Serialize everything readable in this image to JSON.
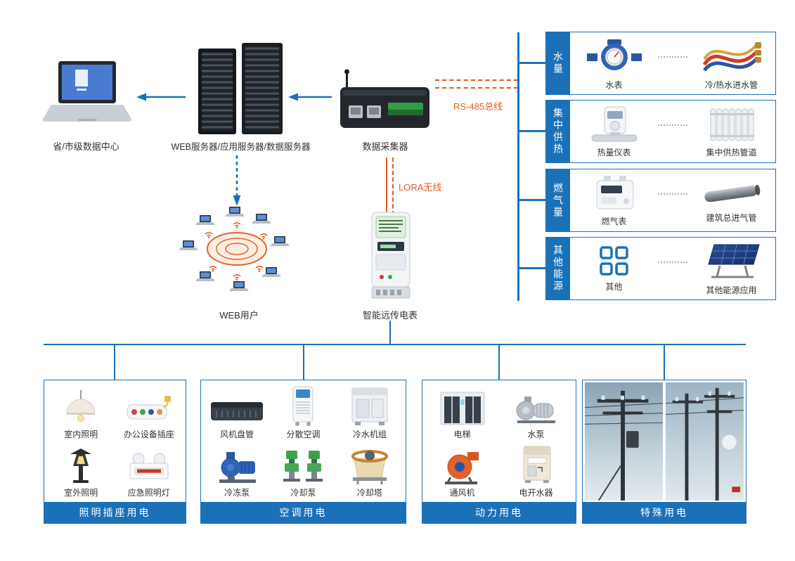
{
  "colors": {
    "accent": "#1a71b8",
    "warning": "#e8571e"
  },
  "topology": {
    "nodes": {
      "data_center": {
        "label": "省/市级数据中心",
        "icon": "laptop-icon"
      },
      "web_server": {
        "label": "WEB服务器/应用服务器/数据服务器",
        "icon": "server-rack-icon"
      },
      "collector": {
        "label": "数据采集器",
        "icon": "data-collector-icon"
      },
      "web_users": {
        "label": "WEB用户",
        "icon": "cloud-users-icon"
      },
      "smart_meter": {
        "label": "智能远传电表",
        "icon": "smart-meter-icon"
      }
    },
    "links": {
      "rs485": {
        "label": "RS-485总线"
      },
      "lora": {
        "label": "LORA无线"
      }
    }
  },
  "right_panel": {
    "groups": [
      {
        "title": "水量",
        "items": [
          {
            "label": "水表",
            "icon": "water-meter-icon"
          },
          {
            "label": "冷/热水进水管",
            "icon": "water-pipes-icon"
          }
        ]
      },
      {
        "title": "集中供热",
        "items": [
          {
            "label": "热量仪表",
            "icon": "heat-meter-icon"
          },
          {
            "label": "集中供热管道",
            "icon": "radiator-icon"
          }
        ]
      },
      {
        "title": "燃气量",
        "items": [
          {
            "label": "燃气表",
            "icon": "gas-meter-icon"
          },
          {
            "label": "建筑总进气管",
            "icon": "gas-pipe-icon"
          }
        ]
      },
      {
        "title": "其他能源",
        "items": [
          {
            "label": "其他",
            "icon": "squares-icon"
          },
          {
            "label": "其他能源应用",
            "icon": "solar-panel-icon"
          }
        ]
      }
    ]
  },
  "bottom_panel": {
    "groups": [
      {
        "title": "照明插座用电",
        "items": [
          {
            "label": "室内照明",
            "icon": "pendant-lamp-icon"
          },
          {
            "label": "办公设备插座",
            "icon": "power-strip-icon"
          },
          {
            "label": "室外照明",
            "icon": "garden-lamp-icon"
          },
          {
            "label": "应急照明灯",
            "icon": "emergency-light-icon"
          }
        ]
      },
      {
        "title": "空调用电",
        "items": [
          {
            "label": "风机盘管",
            "icon": "fan-coil-icon"
          },
          {
            "label": "分散空调",
            "icon": "portable-ac-icon"
          },
          {
            "label": "冷水机组",
            "icon": "chiller-icon"
          },
          {
            "label": "冷冻泵",
            "icon": "pump-blue-icon"
          },
          {
            "label": "冷却泵",
            "icon": "pump-green-icon"
          },
          {
            "label": "冷却塔",
            "icon": "cooling-tower-icon"
          }
        ]
      },
      {
        "title": "动力用电",
        "items": [
          {
            "label": "电梯",
            "icon": "elevator-icon"
          },
          {
            "label": "水泵",
            "icon": "water-pump-icon"
          },
          {
            "label": "通风机",
            "icon": "ventilation-fan-icon"
          },
          {
            "label": "电开水器",
            "icon": "water-boiler-icon"
          }
        ]
      },
      {
        "title": "特殊用电",
        "items": [
          {
            "icon": "power-lines-photo-1"
          },
          {
            "icon": "power-lines-photo-2"
          }
        ]
      }
    ]
  }
}
